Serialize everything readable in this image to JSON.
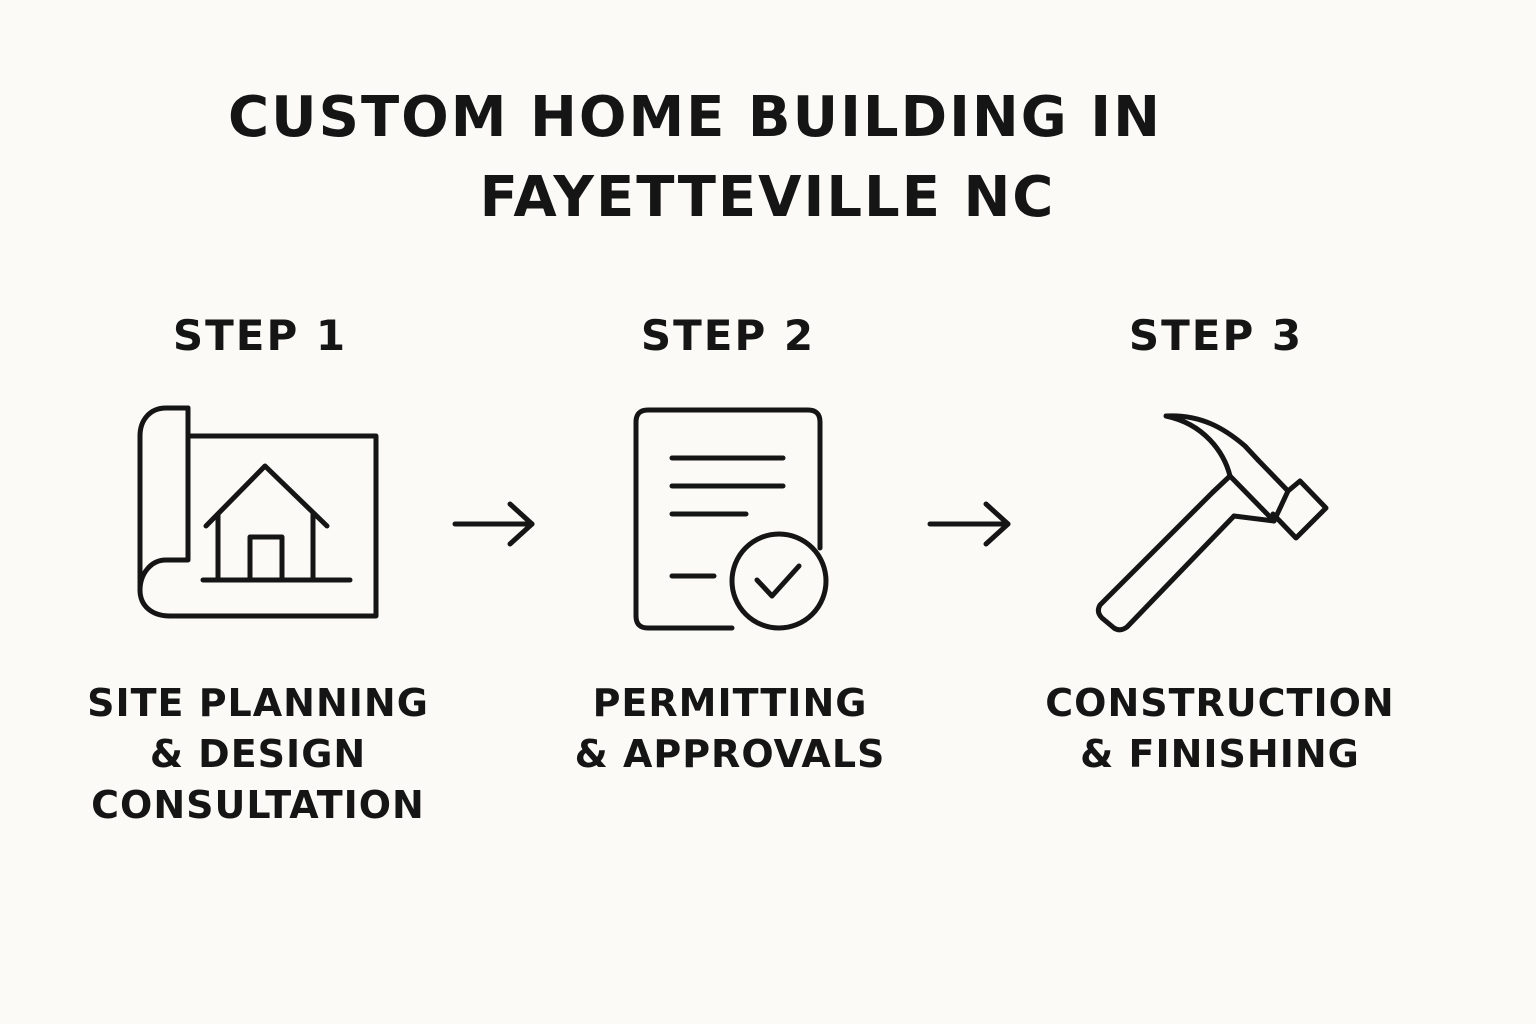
{
  "title": {
    "line1": "CUSTOM HOME BUILDING IN",
    "line2": "FAYETTEVILLE NC"
  },
  "steps": [
    {
      "label": "STEP 1",
      "icon": "blueprint-house-icon",
      "description": [
        "SITE PLANNING",
        "& DESIGN",
        "CONSULTATION"
      ]
    },
    {
      "label": "STEP 2",
      "icon": "document-checkmark-icon",
      "description": [
        "PERMITTING",
        "& APPROVALS"
      ]
    },
    {
      "label": "STEP 3",
      "icon": "hammer-icon",
      "description": [
        "CONSTRUCTION",
        "& FINISHING"
      ]
    }
  ],
  "colors": {
    "background": "#fbfaf7",
    "ink": "#151515"
  }
}
